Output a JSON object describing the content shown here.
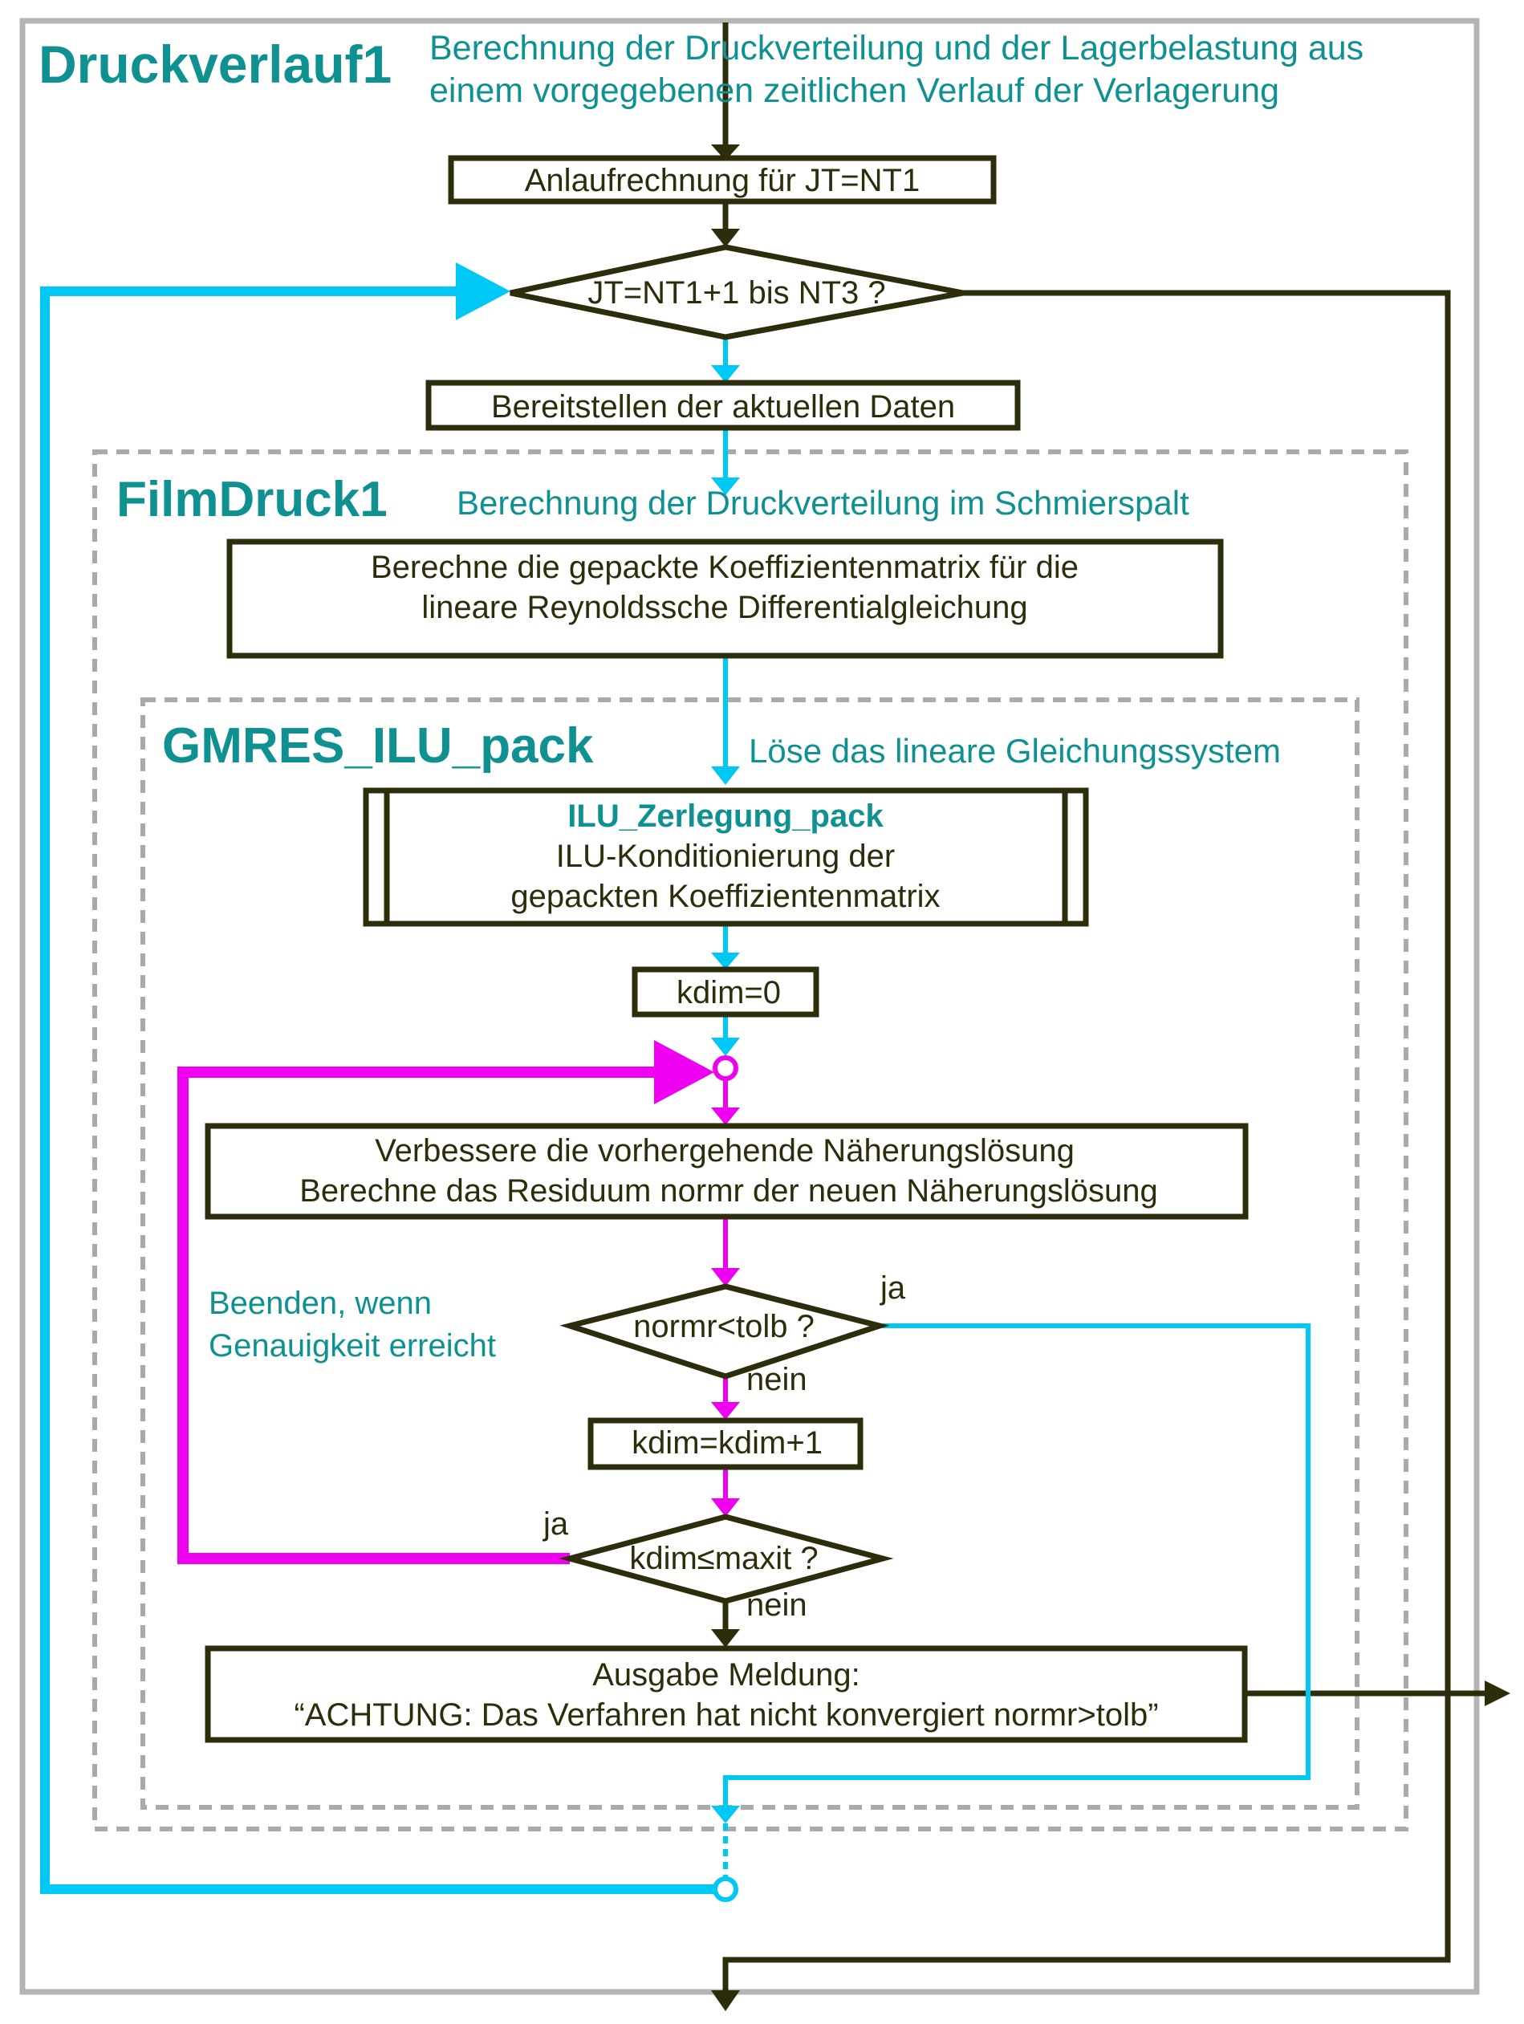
{
  "colors": {
    "dark": "#2d2d0c",
    "teal": "#0f9191",
    "cyan": "#00c8f5",
    "magenta": "#f000f0",
    "frame": "#b4b4b4",
    "dash": "#aaaaaa"
  },
  "druckverlauf": {
    "title": "Druckverlauf1",
    "desc_line1": "Berechnung der Druckverteilung und der Lagerbelastung aus",
    "desc_line2": "einem vorgegebenen zeitlichen Verlauf der Verlagerung"
  },
  "anlauf": {
    "label": "Anlaufrechnung für JT=NT1"
  },
  "loop_jt": {
    "label": "JT=NT1+1 bis NT3 ?"
  },
  "bereitstellen": {
    "label": "Bereitstellen der aktuellen Daten"
  },
  "filmdruck": {
    "title": "FilmDruck1",
    "desc": "Berechnung der Druckverteilung im Schmierspalt"
  },
  "koeff": {
    "line1": "Berechne die gepackte Koeffizientenmatrix für die",
    "line2": "lineare Reynoldssche Differentialgleichung"
  },
  "gmres": {
    "title": "GMRES_ILU_pack",
    "desc": "Löse das lineare Gleichungssystem"
  },
  "ilu": {
    "name": "ILU_Zerlegung_pack",
    "line1": "ILU-Konditionierung der",
    "line2": "gepackten Koeffizientenmatrix"
  },
  "kdim_init": {
    "label": "kdim=0"
  },
  "verbessere": {
    "line1": "Verbessere die vorhergehende Näherungslösung",
    "line2": "Berechne das Residuum normr der neuen Näherungslösung"
  },
  "note": {
    "line1": "Beenden, wenn",
    "line2": "Genauigkeit erreicht"
  },
  "normr_check": {
    "label": "normr<tolb ?",
    "yes": "ja",
    "no": "nein"
  },
  "kdim_inc": {
    "label": "kdim=kdim+1"
  },
  "maxit_check": {
    "label": "kdim≤maxit ?",
    "yes": "ja",
    "no": "nein"
  },
  "ausgabe": {
    "line1": "Ausgabe Meldung:",
    "line2": "“ACHTUNG: Das Verfahren hat nicht konvergiert normr>tolb”"
  }
}
